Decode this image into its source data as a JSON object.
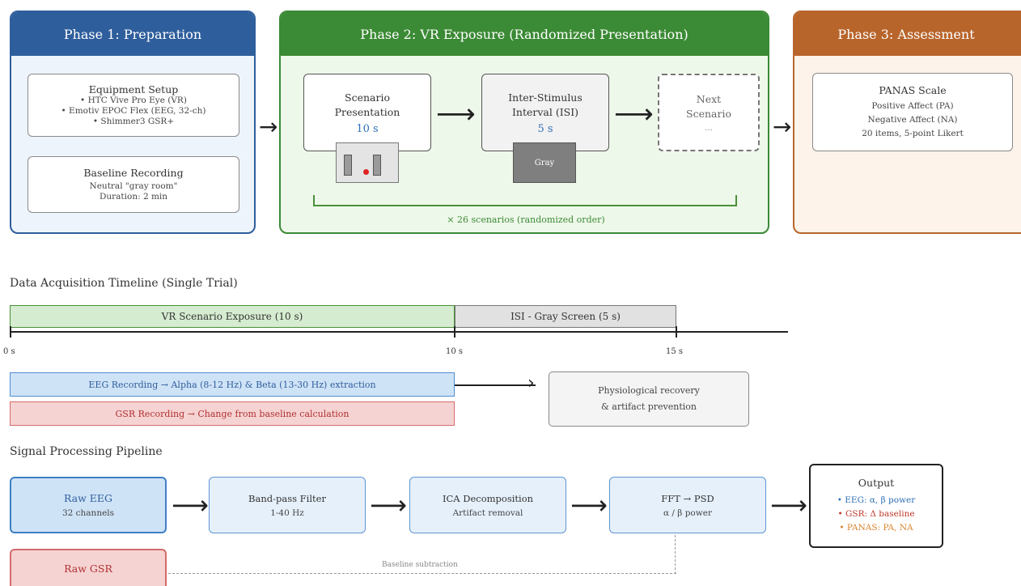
{
  "phase1": {
    "title": "Phase 1: Preparation",
    "equipment": {
      "title": "Equipment Setup",
      "lines": [
        "• HTC Vive Pro Eye (VR)",
        "• Emotiv EPOC Flex (EEG, 32-ch)",
        "• Shimmer3 GSR+"
      ]
    },
    "baseline": {
      "title": "Baseline Recording",
      "lines": [
        "Neutral \"gray room\"",
        "Duration: 2 min"
      ]
    }
  },
  "phase2": {
    "title": "Phase 2: VR Exposure (Randomized Presentation)",
    "scenario": {
      "line1": "Scenario",
      "line2": "Presentation",
      "duration": "10 s"
    },
    "isi": {
      "line1": "Inter-Stimulus",
      "line2": "Interval (ISI)",
      "duration": "5 s",
      "screen_label": "Gray"
    },
    "next": {
      "line1": "Next",
      "line2": "Scenario",
      "line3": "..."
    },
    "repeat_label": "× 26 scenarios (randomized order)"
  },
  "phase3": {
    "title": "Phase 3: Assessment",
    "panas": {
      "title": "PANAS Scale",
      "lines": [
        "Positive Affect (PA)",
        "Negative Affect (NA)",
        "20 items, 5-point Likert"
      ]
    }
  },
  "timeline": {
    "title": "Data Acquisition Timeline (Single Trial)",
    "vr_label": "VR Scenario Exposure (10 s)",
    "isi_label": "ISI - Gray Screen (5 s)",
    "ticks": [
      "0 s",
      "10 s",
      "15 s"
    ],
    "eeg_label": "EEG Recording → Alpha (8-12 Hz) & Beta (13-30 Hz) extraction",
    "gsr_label": "GSR Recording → Change from baseline calculation",
    "recovery_line1": "Physiological recovery",
    "recovery_line2": "& artifact prevention"
  },
  "pipeline": {
    "title": "Signal Processing Pipeline",
    "raw_eeg": {
      "title": "Raw EEG",
      "sub": "32 channels"
    },
    "bandpass": {
      "title": "Band-pass Filter",
      "sub": "1-40 Hz"
    },
    "ica": {
      "title": "ICA Decomposition",
      "sub": "Artifact removal"
    },
    "fft": {
      "title": "FFT → PSD",
      "sub": "α / β power"
    },
    "output": {
      "title": "Output",
      "eeg": "• EEG: α, β power",
      "gsr": "• GSR: Δ baseline",
      "panas": "• PANAS: PA, NA"
    },
    "raw_gsr": {
      "title": "Raw GSR"
    },
    "baseline_sub": "Baseline subtraction"
  },
  "colors": {
    "phase1": "#2f5e9c",
    "phase2": "#3b8a35",
    "phase3": "#b8652c",
    "eeg": "#2f6fb5",
    "gsr": "#c0392b",
    "panas": "#d9822b"
  }
}
